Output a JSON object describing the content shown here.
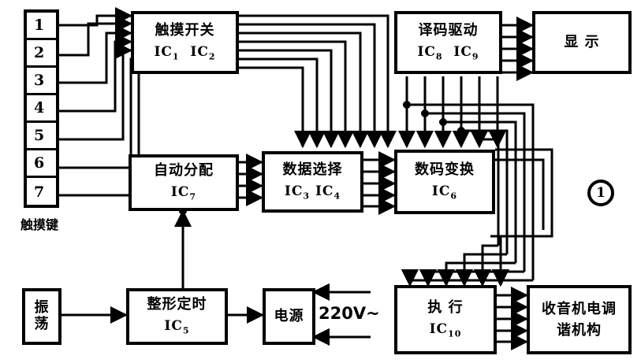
{
  "diagram": {
    "title_marker": "1",
    "keypad": {
      "label": "触摸键",
      "keys": [
        "1",
        "2",
        "3",
        "4",
        "5",
        "6",
        "7"
      ]
    },
    "blocks": {
      "touch_switch": {
        "name": "触摸开关",
        "ic": "IC",
        "ic_sub": "1",
        "ic2": "IC",
        "ic2_sub": "2"
      },
      "decode_drive": {
        "name": "译码驱动",
        "ic": "IC",
        "ic_sub": "8",
        "ic2": "IC",
        "ic2_sub": "9"
      },
      "display": {
        "name": "显  示"
      },
      "auto_distribute": {
        "name": "自动分配",
        "ic": "IC",
        "ic_sub": "7"
      },
      "data_select": {
        "name": "数据选择",
        "ic": "IC",
        "ic_sub": "3",
        "ic2": "IC",
        "ic2_sub": "4"
      },
      "digital_convert": {
        "name": "数码变换",
        "ic": "IC",
        "ic_sub": "6"
      },
      "oscillator": {
        "name": "振荡"
      },
      "shaping_timer": {
        "name": "整形定时",
        "ic": "IC",
        "ic_sub": "5"
      },
      "power_supply": {
        "name": "电源"
      },
      "execute": {
        "name": "执  行",
        "ic": "IC",
        "ic_sub": "10"
      },
      "tuning_mechanism": {
        "name": "收音机电调谐机构"
      }
    },
    "mains_label": "220V~",
    "colors": {
      "line": "#000000",
      "background": "#ffffff"
    }
  }
}
